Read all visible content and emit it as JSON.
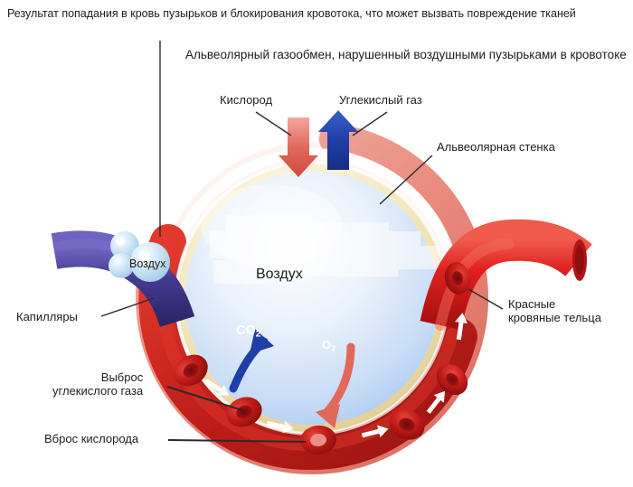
{
  "diagram": {
    "title": "Альвеолярный газообмен, нарушенный воздушными пузырьками в кровотоке",
    "caption_top_left": "Результат попадания в кровь пузырьков и блокирования кровотока, что может вызвать повреждение тканей",
    "labels": {
      "oxygen": "Кислород",
      "carbon_dioxide_top": "Углекислый газ",
      "alveolar_wall": "Альвеолярная стенка",
      "capillaries": "Капилляры",
      "red_blood_cells": "Красные\nкровяные тельца",
      "co2_release": "Выброс\nуглекислого газа",
      "oxygen_intake": "Вброс кислорода",
      "air_bubble": "Воздух",
      "air_center": "Воздух"
    },
    "gas_labels": {
      "co2": "CO",
      "co2_sub": "2",
      "o2": "O",
      "o2_sub": "2"
    },
    "colors": {
      "alveolus_wall": "#e8d9a8",
      "alveolus_interior": "#cfe0f5",
      "capillary_ring_outer": "#e8897c",
      "capillary_ring_inner": "#c8261f",
      "artery_red": "#d81f1f",
      "vein_blue": "#4a3f98",
      "air_bubble": "#bcdcf0",
      "arrow_oxygen": "#e05b52",
      "arrow_co2": "#1f3fa8",
      "rbc_red": "#c11a18",
      "text": "#1d1d1d"
    }
  }
}
